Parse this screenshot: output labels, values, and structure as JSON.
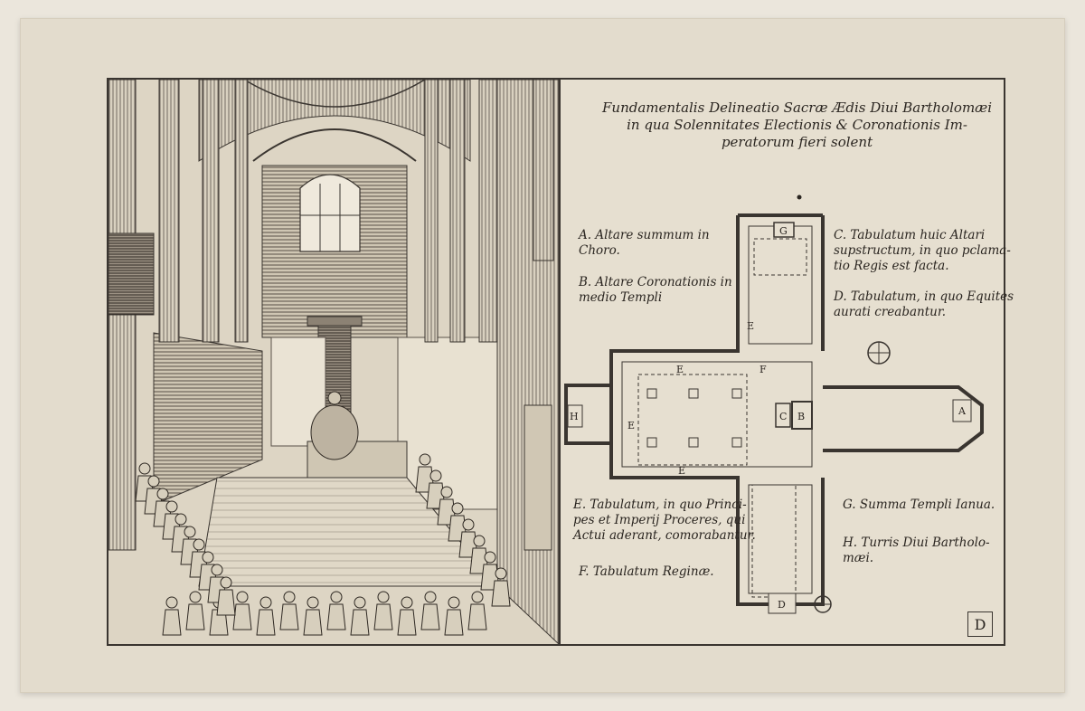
{
  "title": "Fundamentalis Delineatio Sacræ Ædis Diui Bartholomæi\nin qua Solennitates Electionis & Coronationis Im-\nperatorum fieri solent",
  "legend": {
    "a": "A. Altare summum in\nChoro.",
    "b": "B. Altare Coronationis in\nmedio Templi",
    "c": "C. Tabulatum huic Altari\nsupstructum, in quo pclama-\ntio Regis est facta.",
    "d": "D. Tabulatum, in quo Equites\naurati creabantur.",
    "e": "E. Tabulatum, in quo Princi-\npes et Imperij Proceres, qui\nActui aderant, comorabantur.",
    "f": "F. Tabulatum Reginæ.",
    "g": "G. Summa Templi Ianua.",
    "h": "H. Turris Diui Bartholo-\nmæi."
  },
  "plan_labels": {
    "a": "A",
    "b": "B",
    "c": "C",
    "d": "D",
    "e": "E",
    "f": "F",
    "g": "G",
    "h": "H"
  },
  "plate_letter": "D",
  "colors": {
    "paper": "#e3dccd",
    "ink": "#2a2520",
    "line": "#3a3530"
  }
}
